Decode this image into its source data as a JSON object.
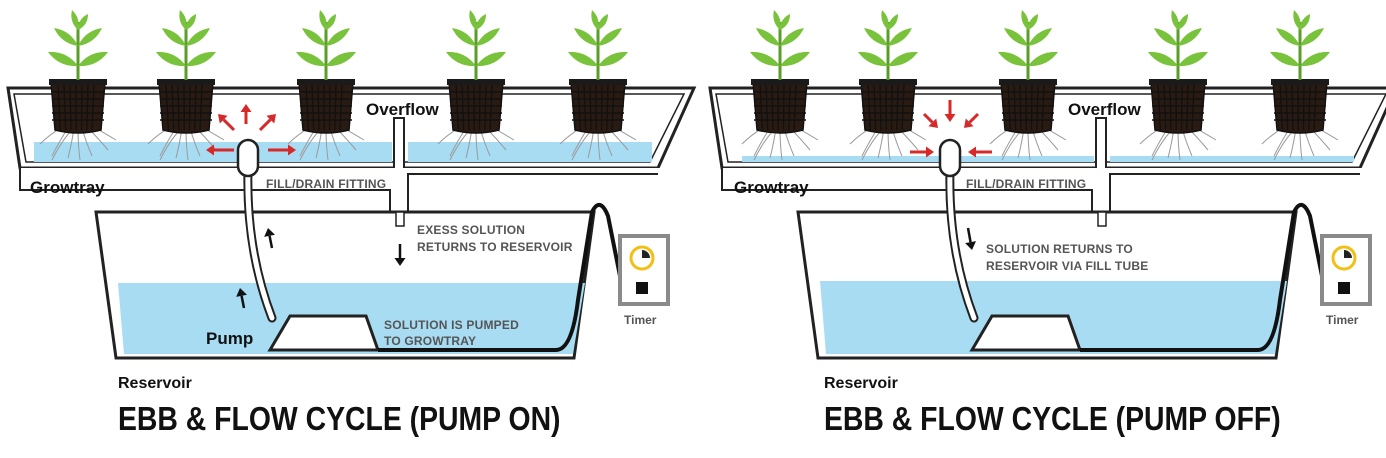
{
  "panels": [
    {
      "id": "pump-on",
      "title": "EBB & FLOW CYCLE (PUMP ON)",
      "labels": {
        "growtray": "Growtray",
        "overflow": "Overflow",
        "fill_drain": "FILL/DRAIN FITTING",
        "excess_line1": "EXESS SOLUTION",
        "excess_line2": "RETURNS TO RESERVOIR",
        "pumped_line1": "SOLUTION IS PUMPED",
        "pumped_line2": "TO GROWTRAY",
        "pump": "Pump",
        "reservoir": "Reservoir",
        "timer": "Timer"
      },
      "arrow_direction": "outward",
      "tray_water_level": "high",
      "colors": {
        "water": "#a8dcf3",
        "arrow": "#d62a2a",
        "timer": "#f2c014"
      }
    },
    {
      "id": "pump-off",
      "title": "EBB & FLOW CYCLE (PUMP OFF)",
      "labels": {
        "growtray": "Growtray",
        "overflow": "Overflow",
        "fill_drain": "FILL/DRAIN FITTING",
        "returns_line1": "SOLUTION RETURNS TO",
        "returns_line2": "RESERVOIR VIA FILL TUBE",
        "reservoir": "Reservoir",
        "timer": "Timer"
      },
      "arrow_direction": "inward",
      "tray_water_level": "low",
      "colors": {
        "water": "#a8dcf3",
        "arrow": "#d62a2a",
        "timer": "#f2c014"
      }
    }
  ]
}
